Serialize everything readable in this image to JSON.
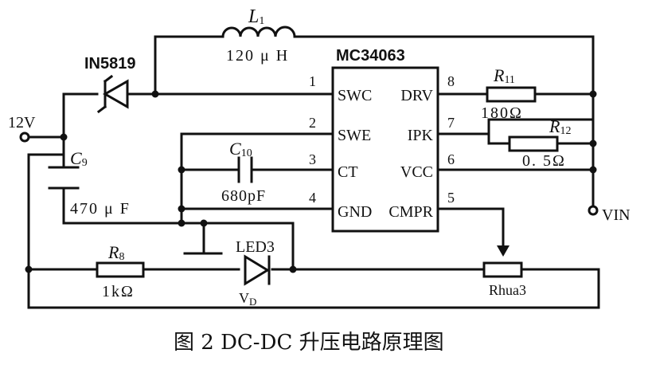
{
  "ic": {
    "name": "MC34063",
    "pins_left": [
      {
        "num": "1",
        "label": "SWC"
      },
      {
        "num": "2",
        "label": "SWE"
      },
      {
        "num": "3",
        "label": "CT"
      },
      {
        "num": "4",
        "label": "GND"
      }
    ],
    "pins_right": [
      {
        "num": "8",
        "label": "DRV"
      },
      {
        "num": "7",
        "label": "IPK"
      },
      {
        "num": "6",
        "label": "VCC"
      },
      {
        "num": "5",
        "label": "CMPR"
      }
    ]
  },
  "components": {
    "inductor": {
      "designator": "L",
      "sub": "1",
      "value": "120 μ H"
    },
    "diode": {
      "label": "IN5819"
    },
    "cap_c9": {
      "designator": "C",
      "sub": "9",
      "value": "470 μ F"
    },
    "cap_c10": {
      "designator": "C",
      "sub": "10",
      "value": "680pF"
    },
    "r11": {
      "designator": "R",
      "sub": "11",
      "value": "180Ω"
    },
    "r12": {
      "designator": "R",
      "sub": "12",
      "value": "0. 5Ω"
    },
    "r8": {
      "designator": "R",
      "sub": "8",
      "value": "1kΩ"
    },
    "led": {
      "label": "LED3",
      "designator": "V",
      "sub": "D"
    },
    "pot": {
      "label": "Rhua3"
    }
  },
  "terminals": {
    "left": "12V",
    "right": "VIN"
  },
  "caption": "图 2  DC-DC 升压电路原理图"
}
